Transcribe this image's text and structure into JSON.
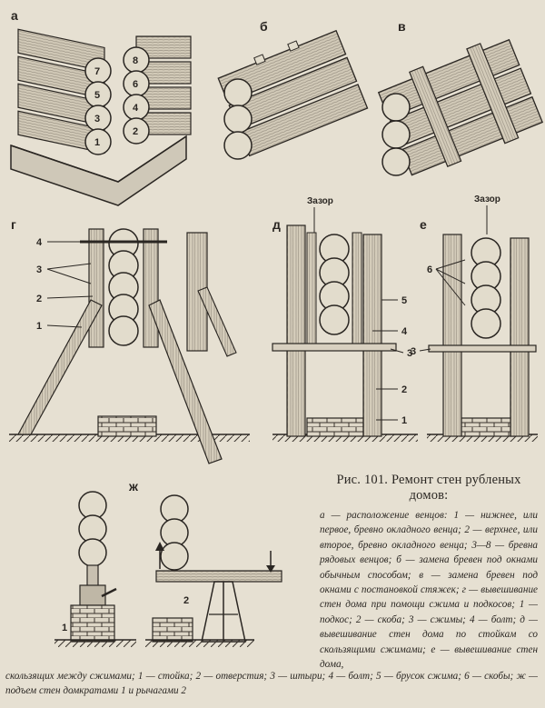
{
  "panels": {
    "a": "а",
    "b": "б",
    "v": "в",
    "g": "г",
    "d": "д",
    "e": "е",
    "zh": "ж"
  },
  "log_numbers_a": [
    "8",
    "7",
    "6",
    "5",
    "4",
    "3",
    "2",
    "1"
  ],
  "callouts": {
    "g": [
      "4",
      "3",
      "2",
      "1"
    ],
    "d": [
      "5",
      "4",
      "3",
      "2",
      "1"
    ],
    "e": [
      "6",
      "3"
    ],
    "zh": [
      "1",
      "2"
    ]
  },
  "gap_label": "Зазор",
  "caption": {
    "title": "Рис. 101. Ремонт стен рубленых домов:",
    "body": "а — расположение венцов: 1 — нижнее, или первое, бревно окладного венца; 2 — верхнее, или второе, бревно окладного венца; 3—8 — бревна рядовых венцов; б — замена бревен под окнами обычным способом; в — замена бревен под окнами с постановкой стяжек; г — вывешивание стен дома при помощи сжима и подкосов; 1 — подкос; 2 — скоба; 3 — сжимы; 4 — болт; д — вывешивание стен дома по стойкам со скользящими сжимами; е — вывешивание стен дома,",
    "tail": "скользящих между сжимами; 1 — стойка; 2 — отверстия; 3 — штыри; 4 — болт; 5 — брусок сжима; 6 — скобы; ж — подъем стен домкратами 1 и рычагами 2"
  },
  "colors": {
    "ink": "#2a2622",
    "paper": "#e6e0d2",
    "wood": "#d2cab8",
    "shade": "#8a8276"
  }
}
